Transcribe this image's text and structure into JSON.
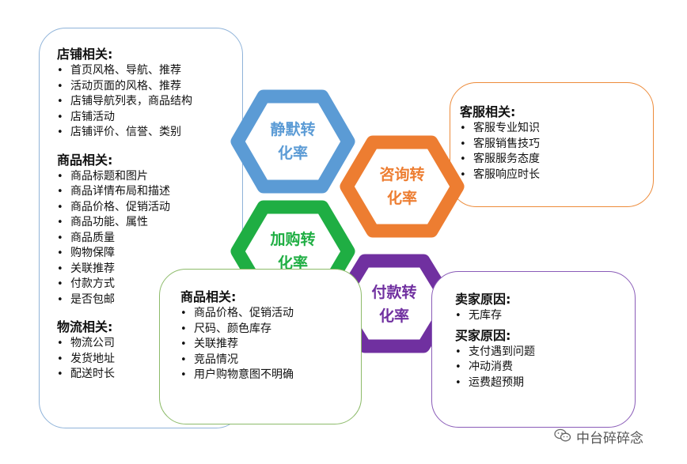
{
  "hexagons": [
    {
      "label": "静默转\n化率",
      "color": "#5b9bd5"
    },
    {
      "label": "咨询转\n化率",
      "color": "#ed7d31"
    },
    {
      "label": "加购转\n化率",
      "color": "#1fae43"
    },
    {
      "label": "付款转\n化率",
      "color": "#7030a0"
    }
  ],
  "shop_box": {
    "sections": [
      {
        "title": "店铺相关:",
        "items": [
          "首页风格、导航、推荐",
          "活动页面的风格、推荐",
          "店铺导航列表，商品结构",
          "店铺活动",
          "店铺评价、信誉、类别"
        ]
      },
      {
        "title": "商品相关:",
        "items": [
          "商品标题和图片",
          "商品详情布局和描述",
          "商品价格、促销活动",
          "商品功能、属性",
          "商品质量",
          "购物保障",
          "关联推荐",
          " 付款方式",
          "是否包邮"
        ]
      },
      {
        "title": "物流相关:",
        "items": [
          "物流公司",
          "发货地址",
          "配送时长"
        ]
      }
    ]
  },
  "cs_box": {
    "title": "客服相关:",
    "items": [
      "客服专业知识",
      "客服销售技巧",
      "客服服务态度",
      "客服响应时长"
    ]
  },
  "cart_box": {
    "title": "商品相关:",
    "items": [
      "商品价格、促销活动",
      "尺码、颜色库存",
      "关联推荐",
      "竞品情况",
      "用户购物意图不明确"
    ]
  },
  "pay_box": {
    "sections": [
      {
        "title": "卖家原因:",
        "items": [
          "无库存"
        ]
      },
      {
        "title": "买家原因:",
        "items": [
          "支付遇到问题",
          "冲动消费",
          "运费超预期"
        ]
      }
    ]
  },
  "watermark": {
    "text": "中台碎碎念",
    "icon": "wechat-icon"
  }
}
